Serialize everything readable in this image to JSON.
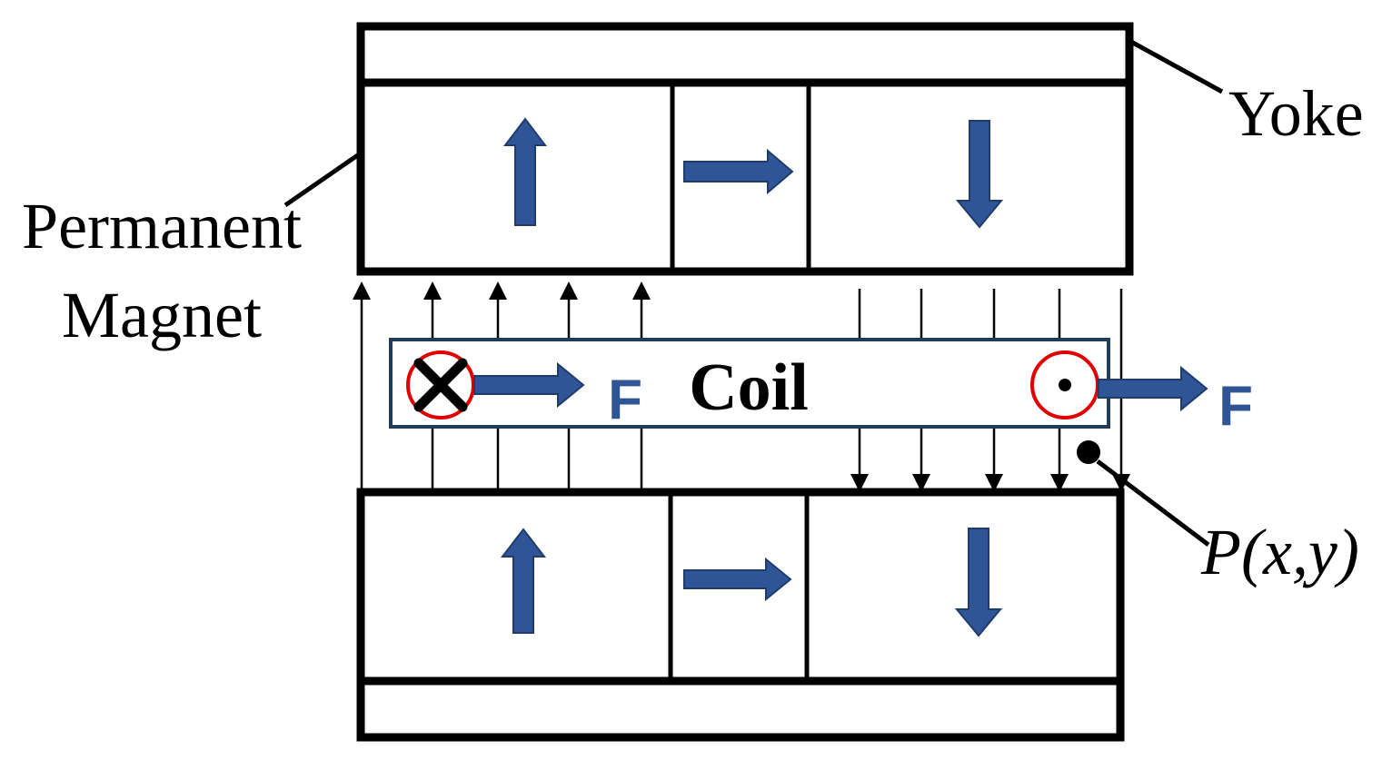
{
  "labels": {
    "yoke": "Yoke",
    "permanent_magnet_line1": "Permanent",
    "permanent_magnet_line2": "Magnet",
    "coil": "Coil",
    "force_left": "F",
    "force_right": "F",
    "point": "P(x,y)"
  },
  "magnet_segments": [
    {
      "direction": "up"
    },
    {
      "direction": "right"
    },
    {
      "direction": "down"
    }
  ],
  "current_symbols": {
    "left": "cross-into-page-icon",
    "right": "dot-out-of-page-icon"
  },
  "colors": {
    "outline": "#000000",
    "magnetization_arrow": "#2f5597",
    "force_arrow": "#2f5597",
    "coil_border": "#1f3c5a",
    "current_ring": "#e00000"
  }
}
